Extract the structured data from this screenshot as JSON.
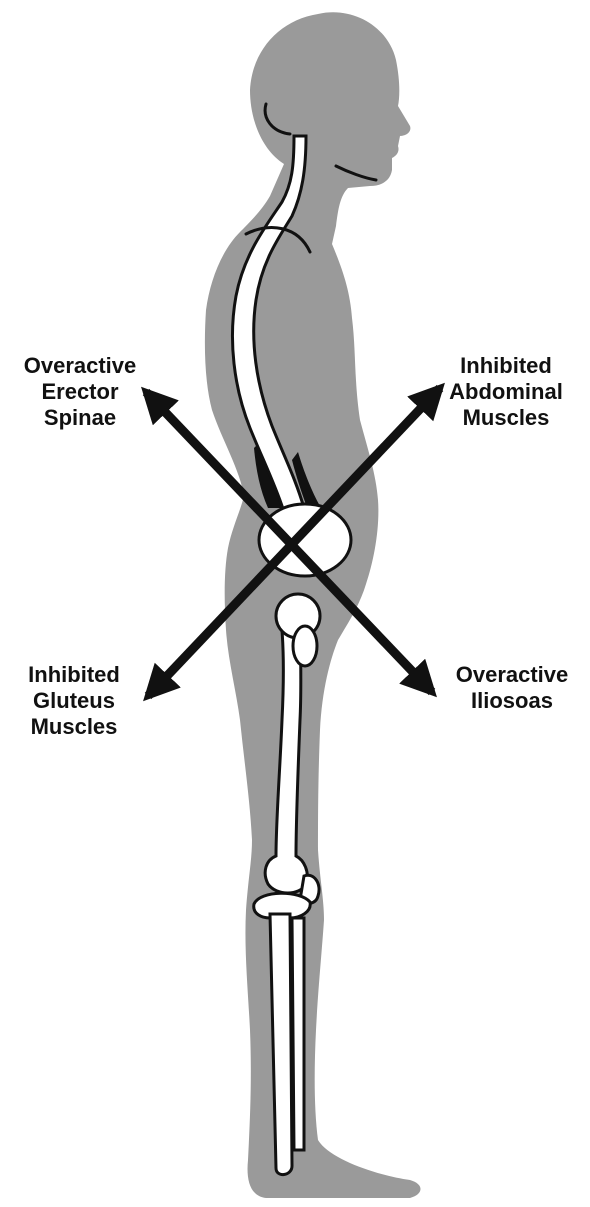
{
  "labels": {
    "overactive_erector": [
      "Overactive",
      "Erector",
      "Spinae"
    ],
    "inhibited_abdominal": [
      "Inhibited",
      "Abdominal",
      "Muscles"
    ],
    "inhibited_gluteus": [
      "Inhibited",
      "Gluteus",
      "Muscles"
    ],
    "overactive_iliosoas": [
      "Overactive",
      "Iliosoas"
    ]
  },
  "colors": {
    "body_silhouette": "#9a9a9a",
    "bone_fill": "#ffffff",
    "outline": "#111111",
    "arrow": "#111111"
  }
}
